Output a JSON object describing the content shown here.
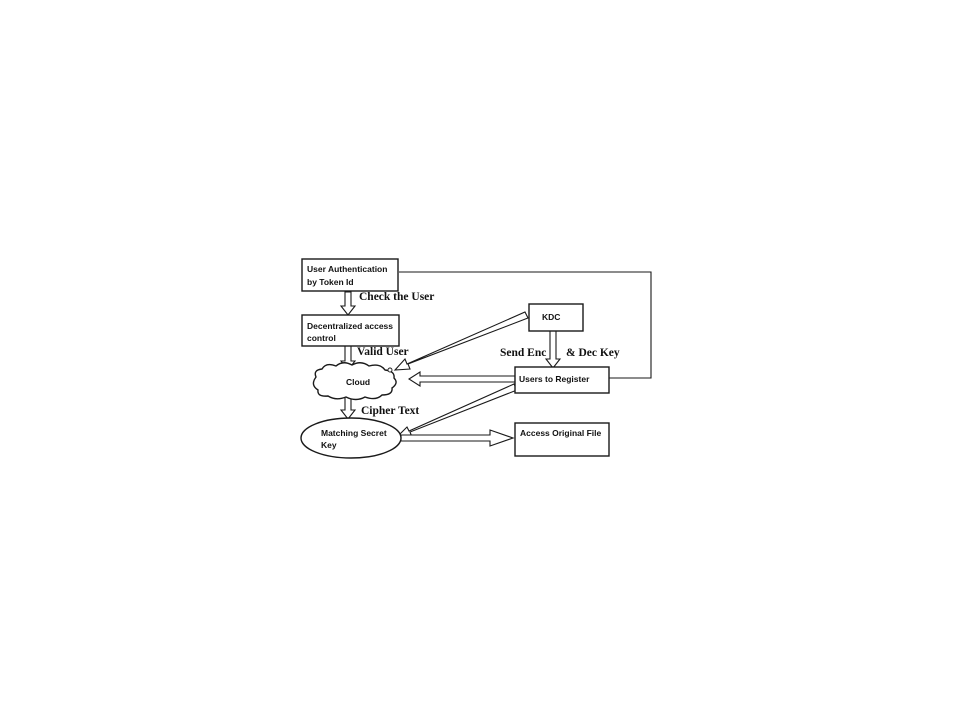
{
  "diagram": {
    "nodes": {
      "user_auth": {
        "line1": "User Authentication",
        "line2": "by Token Id"
      },
      "decentralized": {
        "line1": "Decentralized access",
        "line2": "control"
      },
      "kdc": {
        "label": "KDC"
      },
      "cloud": {
        "label": "Cloud"
      },
      "users_register": {
        "label": "Users to Register"
      },
      "matching_key": {
        "line1": "Matching Secret",
        "line2": "Key"
      },
      "access_file": {
        "label": "Access Original File"
      }
    },
    "edge_labels": {
      "check_user": "Check the User",
      "valid_user": "Valid User",
      "send_enc": "Send Enc",
      "dec_key": "& Dec Key",
      "cipher_text": "Cipher Text"
    }
  }
}
